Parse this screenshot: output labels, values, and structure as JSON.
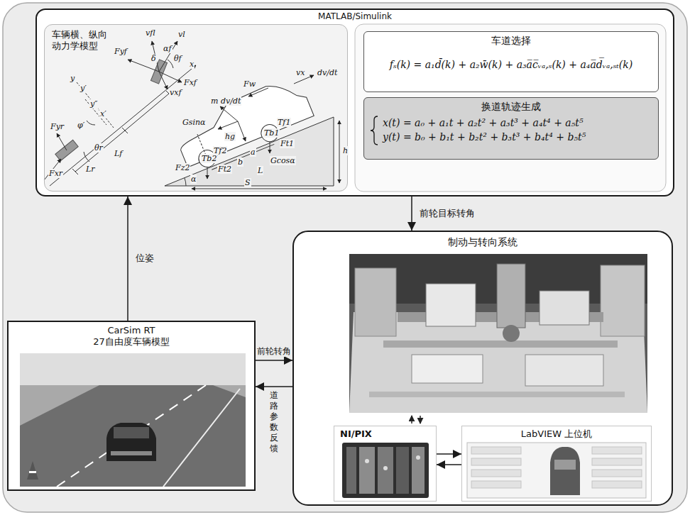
{
  "diagram": {
    "nodes": [
      {
        "text": [
          "MATLAB/Simulink"
        ]
      },
      {
        "text": [
          "车辆横、纵向动力学模型"
        ],
        "in": 0
      },
      {
        "text": [
          "车道选择",
          "fₛ(k) = a₁d̄(k) + a₂w̄(k) + a₃a̅c̅ᵥₐ,ₛ(k) + a₄a̅d̅ᵥₐ,ₛₜ(k)"
        ],
        "in": 0
      },
      {
        "text": [
          "换道轨迹生成",
          "x(t) = a₀ + a₁t + a₂t² + a₃t³ + a₄t⁴ + a₅t⁵",
          "y(t) = b₀ + b₁t + b₂t² + b₃t³ + b₄t⁴ + b₅t⁵"
        ],
        "in": 0
      },
      {
        "text": [
          "制动与转向系统"
        ]
      },
      {
        "text": [
          "NI/PIX"
        ],
        "in": 4
      },
      {
        "text": [
          "LabVIEW 上位机"
        ],
        "in": 4
      },
      {
        "text": [
          "CarSim RT",
          "27自由度车辆模型"
        ]
      }
    ],
    "edges": [
      {
        "from": 7,
        "to": 0,
        "arrow": "to",
        "label": "位姿"
      },
      {
        "from": 0,
        "to": 4,
        "arrow": "to",
        "label": "前轮目标转角"
      },
      {
        "from": 7,
        "to": 4,
        "arrow": "to",
        "label": "前轮转角"
      },
      {
        "from": 4,
        "to": 7,
        "arrow": "to",
        "label": "道路参数反馈"
      },
      {
        "from": 5,
        "to": 6,
        "arrow": "to"
      },
      {
        "from": 6,
        "to": 5,
        "arrow": "to"
      }
    ],
    "labels": [
      "vfl",
      "vl",
      "αf",
      "δ",
      "θf",
      "Fyf",
      "x",
      "Fxf",
      "vxf",
      "y",
      "y′",
      "y″",
      "x′",
      "φ′",
      "Fyr",
      "θr",
      "Lf",
      "Lr",
      "Fxr",
      "Fw",
      "vx",
      "dv/dt",
      "m dv/dt",
      "Gsinα",
      "hg",
      "Tf1",
      "Tb1",
      "Tf2",
      "Tb2",
      "Ft1",
      "Ft2",
      "a",
      "b",
      "L",
      "Gcosα",
      "h",
      "S",
      "α",
      "Fz2"
    ]
  }
}
